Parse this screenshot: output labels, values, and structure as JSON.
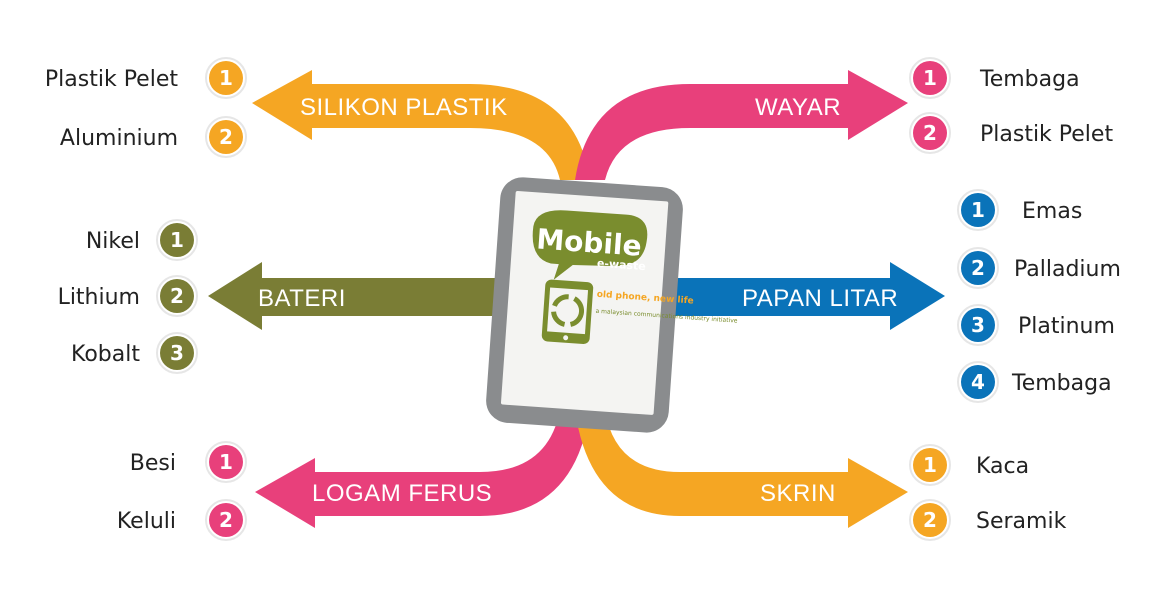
{
  "colors": {
    "orange": "#f5a623",
    "pink": "#e8407b",
    "olive": "#7a7d35",
    "blue": "#0a73b9",
    "phone_body": "#8a8c8e",
    "logo_green": "#7a8d2e",
    "logo_orange": "#f5a623"
  },
  "center": {
    "logo_title": "Mobile",
    "logo_subtitle": "e-waste",
    "tagline": "old phone, new life",
    "initiative": "a malaysian communications industry initiative"
  },
  "branches": [
    {
      "id": "silikon-plastik",
      "label": "SILIKON PLASTIK",
      "color": "orange",
      "items": [
        "Plastik Pelet",
        "Aluminium"
      ]
    },
    {
      "id": "wayar",
      "label": "WAYAR",
      "color": "pink",
      "items": [
        "Tembaga",
        "Plastik Pelet"
      ]
    },
    {
      "id": "bateri",
      "label": "BATERI",
      "color": "olive",
      "items": [
        "Nikel",
        "Lithium",
        "Kobalt"
      ]
    },
    {
      "id": "papan-litar",
      "label": "PAPAN LITAR",
      "color": "blue",
      "items": [
        "Emas",
        "Palladium",
        "Platinum",
        "Tembaga"
      ]
    },
    {
      "id": "logam-ferus",
      "label": "LOGAM FERUS",
      "color": "pink",
      "items": [
        "Besi",
        "Keluli"
      ]
    },
    {
      "id": "skrin",
      "label": "SKRIN",
      "color": "orange",
      "items": [
        "Kaca",
        "Seramik"
      ]
    }
  ]
}
